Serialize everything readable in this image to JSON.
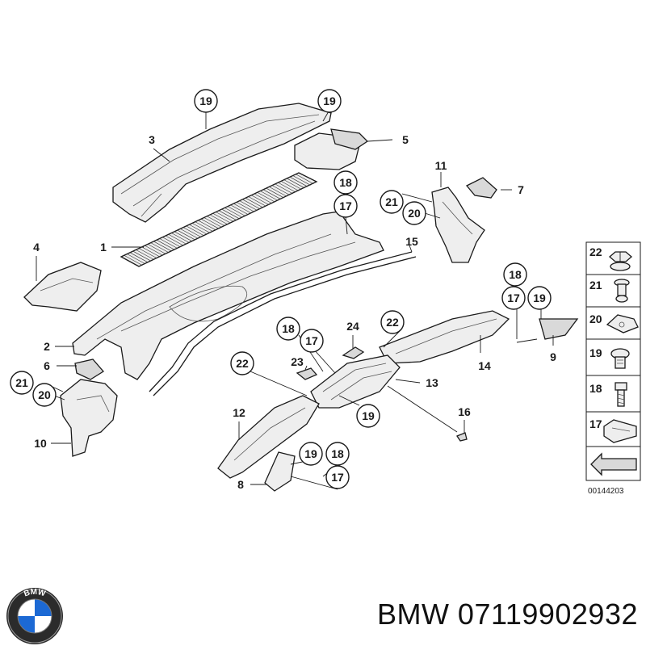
{
  "callouts": {
    "c19a": "19",
    "c19b": "19",
    "c18a": "18",
    "c17a": "17",
    "c21a": "21",
    "c20a": "20",
    "c18b": "18",
    "c17b": "17",
    "c19c": "19",
    "c22a": "22",
    "c18c": "18",
    "c17c": "17",
    "c22b": "22",
    "c19d": "19",
    "c21b": "21",
    "c20b": "20",
    "c19e": "19",
    "c18d": "18",
    "c17d": "17"
  },
  "labels": {
    "l1": "1",
    "l2": "2",
    "l3": "3",
    "l4": "4",
    "l5": "5",
    "l6": "6",
    "l7": "7",
    "l8": "8",
    "l9": "9",
    "l10": "10",
    "l11": "11",
    "l12": "12",
    "l13": "13",
    "l14": "14",
    "l15": "15",
    "l16": "16",
    "l23": "23",
    "l24": "24"
  },
  "legend": {
    "items": [
      "22",
      "21",
      "20",
      "19",
      "18",
      "17"
    ],
    "code": "00144203"
  },
  "brand": {
    "logo_text": "BMW",
    "title": "BMW 07119902932"
  },
  "colors": {
    "line": "#1a1a1a",
    "logo_blue": "#1c69d4"
  }
}
